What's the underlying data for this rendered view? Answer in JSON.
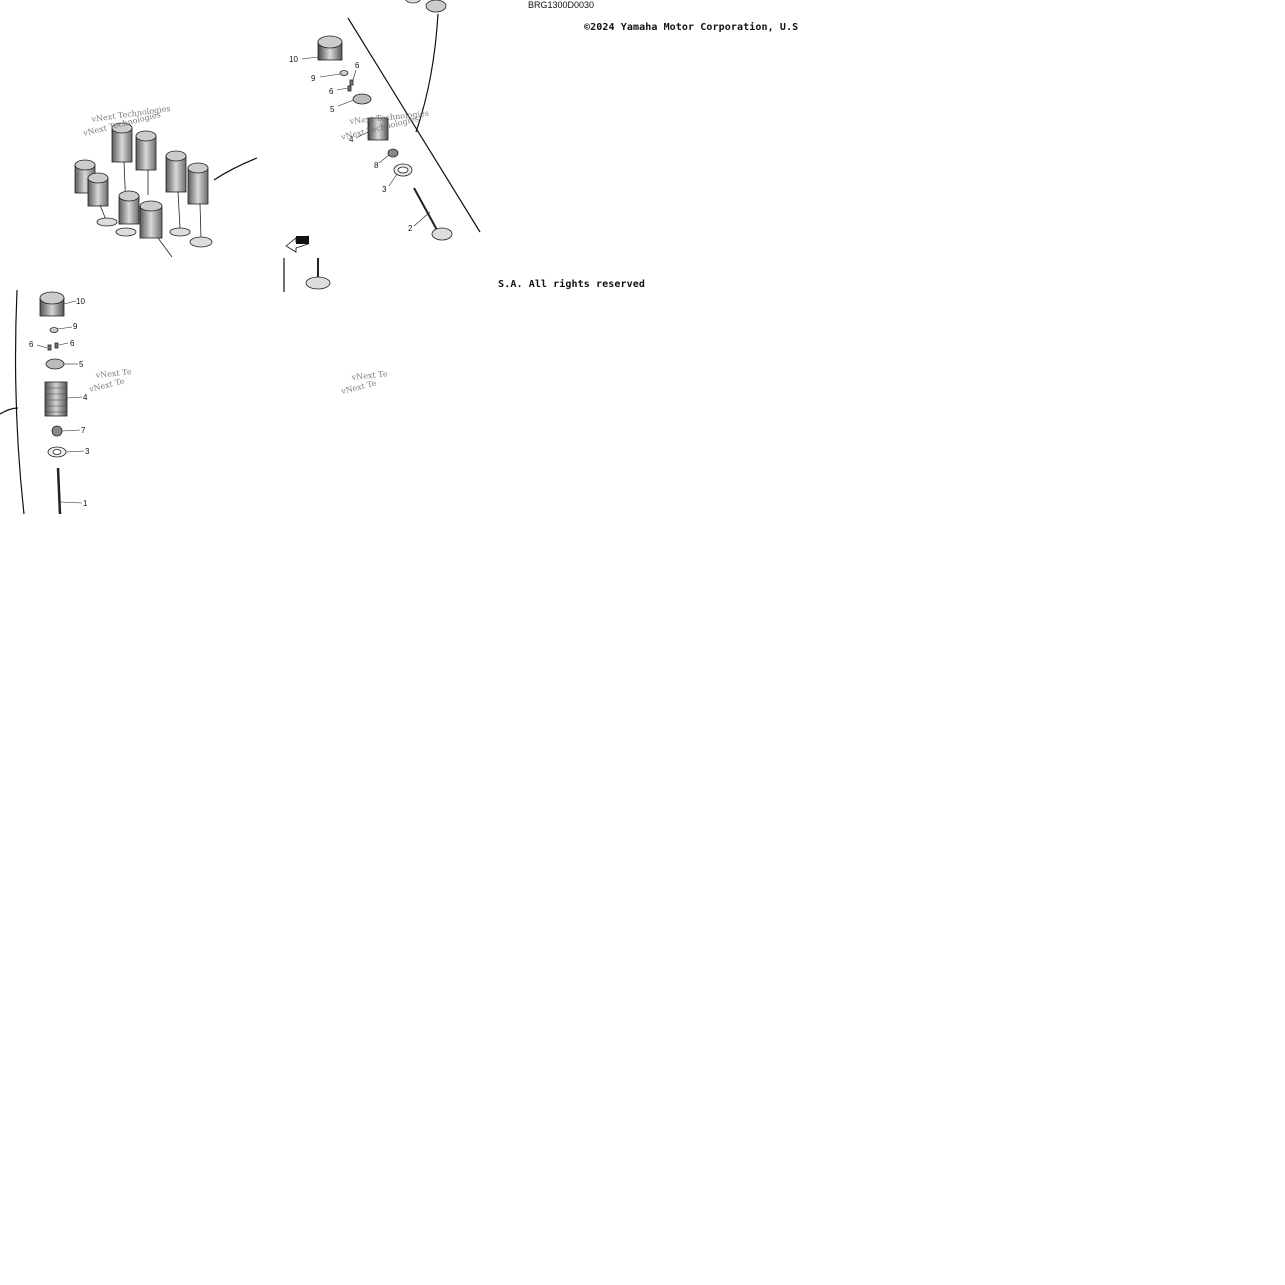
{
  "diagram": {
    "code": "BRG1300D0030",
    "copyright_part1": "©2024 Yamaha Motor Corporation, U.S",
    "copyright_part2": "S.A. All rights reserved",
    "watermark": "vNext Technologies",
    "watermark_cut": "vNext Te",
    "callouts_top": [
      "10",
      "9",
      "6",
      "6",
      "5",
      "4",
      "8",
      "3",
      "2"
    ],
    "callouts_left": [
      "10",
      "9",
      "6",
      "6",
      "5",
      "4",
      "7",
      "3",
      "1"
    ],
    "colors": {
      "line": "#111111",
      "part_dark": "#6e6e6e",
      "part_light": "#d8d8d8",
      "watermark": "#666666"
    }
  }
}
